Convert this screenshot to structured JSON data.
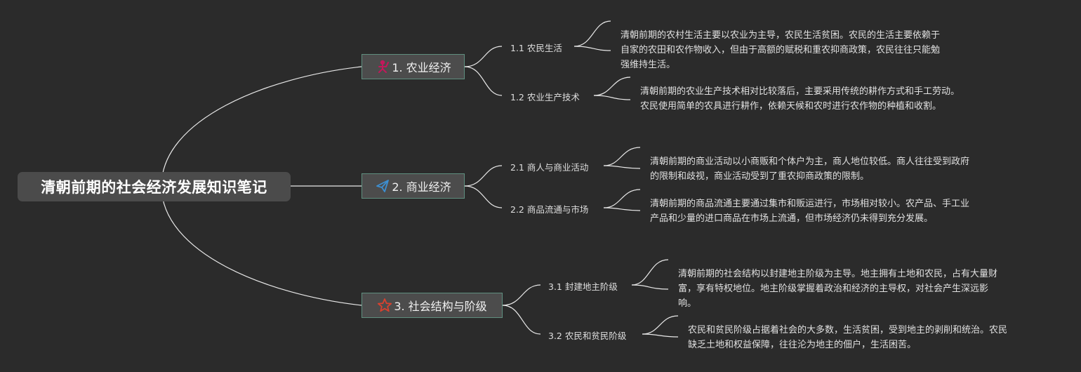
{
  "root": {
    "title": "清朝前期的社会经济发展知识笔记"
  },
  "branches": [
    {
      "label": "1. 农业经济",
      "icon": "farmer-icon",
      "icon_color": "#c2185b",
      "subs": [
        {
          "label": "1.1 农民生活",
          "desc": [
            "清朝前期的农村生活主要以农业为主导，农民生活贫困。农民的生活主要依赖于",
            "自家的农田和农作物收入，但由于高额的赋税和重农抑商政策，农民往往只能勉",
            "强维持生活。"
          ]
        },
        {
          "label": "1.2 农业生产技术",
          "desc": [
            "清朝前期的农业生产技术相对比较落后，主要采用传统的耕作方式和手工劳动。",
            "农民使用简单的农具进行耕作，依赖天候和农时进行农作物的种植和收割。"
          ]
        }
      ]
    },
    {
      "label": "2. 商业经济",
      "icon": "paper-plane-icon",
      "icon_color": "#3d8fd1",
      "subs": [
        {
          "label": "2.1 商人与商业活动",
          "desc": [
            "清朝前期的商业活动以小商贩和个体户为主，商人地位较低。商人往往受到政府",
            "的限制和歧视，商业活动受到了重农抑商政策的限制。"
          ]
        },
        {
          "label": "2.2 商品流通与市场",
          "desc": [
            "清朝前期的商品流通主要通过集市和贩运进行，市场相对较小。农产品、手工业",
            "产品和少量的进口商品在市场上流通，但市场经济仍未得到充分发展。"
          ]
        }
      ]
    },
    {
      "label": "3. 社会结构与阶级",
      "icon": "star-icon",
      "icon_color": "#d9412e",
      "subs": [
        {
          "label": "3.1 封建地主阶级",
          "desc": [
            "清朝前期的社会结构以封建地主阶级为主导。地主拥有土地和农民，占有大量财",
            "富，享有特权地位。地主阶级掌握着政治和经济的主导权，对社会产生深远影",
            "响。"
          ]
        },
        {
          "label": "3.2 农民和贫民阶级",
          "desc": [
            "农民和贫民阶级占据着社会的大多数，生活贫困，受到地主的剥削和统治。农民",
            "缺乏土地和权益保障，往往沦为地主的佃户，生活困苦。"
          ]
        }
      ]
    }
  ],
  "colors": {
    "background": "#2b2b2b",
    "line": "#e8e8e8",
    "branch_border": "#5f8f7f"
  }
}
